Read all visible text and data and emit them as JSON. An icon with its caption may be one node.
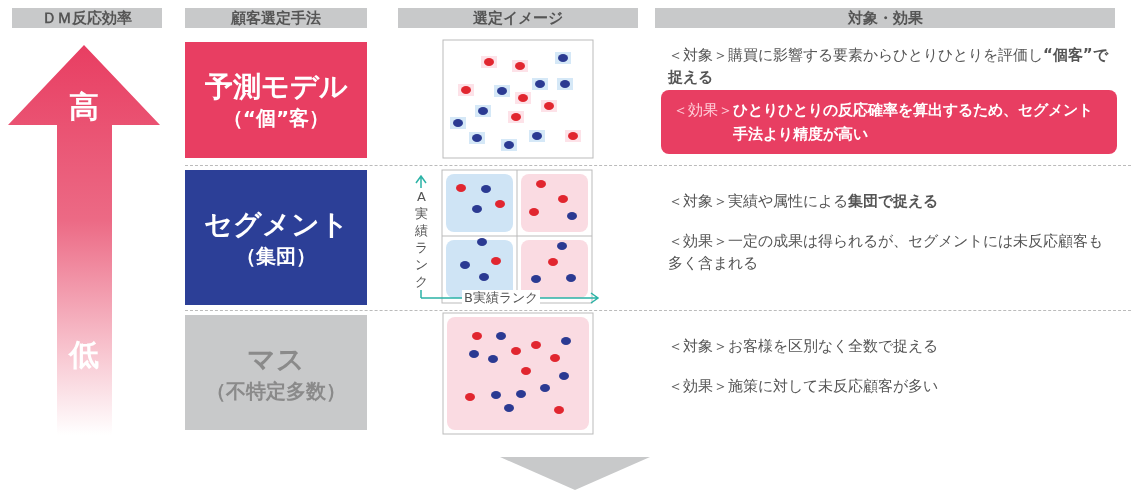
{
  "diagram": {
    "nodes": [
      {
        "text": [
          "ＤＭ反応効率"
        ]
      },
      {
        "text": [
          "顧客選定手法"
        ]
      },
      {
        "text": [
          "選定イメージ"
        ]
      },
      {
        "text": [
          "対象・効果"
        ]
      },
      {
        "text": [
          "高",
          "低"
        ]
      },
      {
        "text": [
          "予測モデル",
          "（“個”客）"
        ]
      },
      {
        "text": [
          "セグメント",
          "（集団）"
        ]
      },
      {
        "text": [
          "マス",
          "（不特定多数）"
        ]
      },
      {
        "text": [
          "＜効果＞",
          "ひとりひとりの反応確率を算出するため、セグメント手法より精度が高い"
        ]
      }
    ],
    "labels": [
      "＜対象＞購買に影響する要素からひとりひとりを評価し**“個客”で捉える**",
      "A実績ランク",
      "B実績ランク",
      "＜対象＞実績や属性による**集団で捉える**",
      "＜効果＞一定の成果は得られるが、セグメントには未反応顧客も多く含まれる",
      "＜対象＞お客様を区別なく全数で捉える",
      "＜効果＞施策に対して未反応顧客が多い"
    ]
  }
}
